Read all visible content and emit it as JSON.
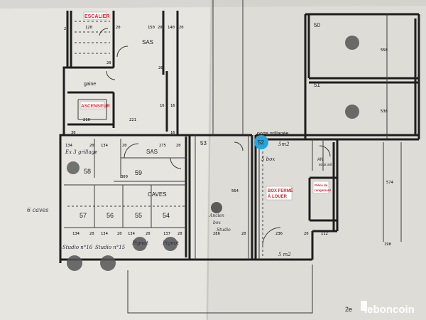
{
  "labels": {
    "escalier": "ESCALIER",
    "ascenseur": "ASCENSEUR",
    "sas_top": "SAS",
    "sas_mid": "SAS",
    "gaine": "gaine",
    "caves": "CAVES",
    "porte_grillagee": "porte grillagée",
    "box_ferme": [
      "BOX FERMÉ",
      "À LOUER"
    ],
    "piece_rangement": [
      "Pièce de",
      "rangement"
    ],
    "an": "AN",
    "sous_sol": "sous sol",
    "page_footer": "2e"
  },
  "spaces": {
    "top_right": [
      "50",
      "51"
    ],
    "caves": [
      "58",
      "59",
      "57",
      "56",
      "55",
      "54"
    ],
    "middle": [
      "53",
      "52"
    ]
  },
  "dimensions": {
    "top": [
      "2",
      "120",
      "20",
      "150",
      "20",
      "140",
      "20"
    ],
    "vertical": [
      "20",
      "20",
      "16",
      "16",
      "30",
      "16"
    ],
    "row_221": [
      "210",
      "221"
    ],
    "cave_row": [
      "134",
      "20",
      "134",
      "20",
      "275",
      "20"
    ],
    "value_300": "300",
    "bottom_row": [
      "134",
      "20",
      "134",
      "20",
      "134",
      "20",
      "137",
      "20",
      "286",
      "20",
      "236",
      "20",
      "112"
    ],
    "right_side": [
      "558",
      "538",
      "564",
      "574",
      "190"
    ]
  },
  "handwritten": {
    "cave_58": "Ex 3 grillage",
    "cave_note_1": "Studio n°16",
    "cave_note_2": "Studio n°15",
    "pignot_1": "Pignot",
    "pignot_2": "Pignot",
    "cave_6": "6 caves",
    "sbox": "5 box",
    "sm2": "5m2",
    "note_53": [
      "Ancien",
      "box",
      "Studio"
    ],
    "corner": "5 m2"
  },
  "watermark": "leboncoin",
  "colors": {
    "paper": "#e8e7e2",
    "ink": "#1e1e1e",
    "accent": "#e0202a",
    "marker": "#2aa3d8"
  }
}
